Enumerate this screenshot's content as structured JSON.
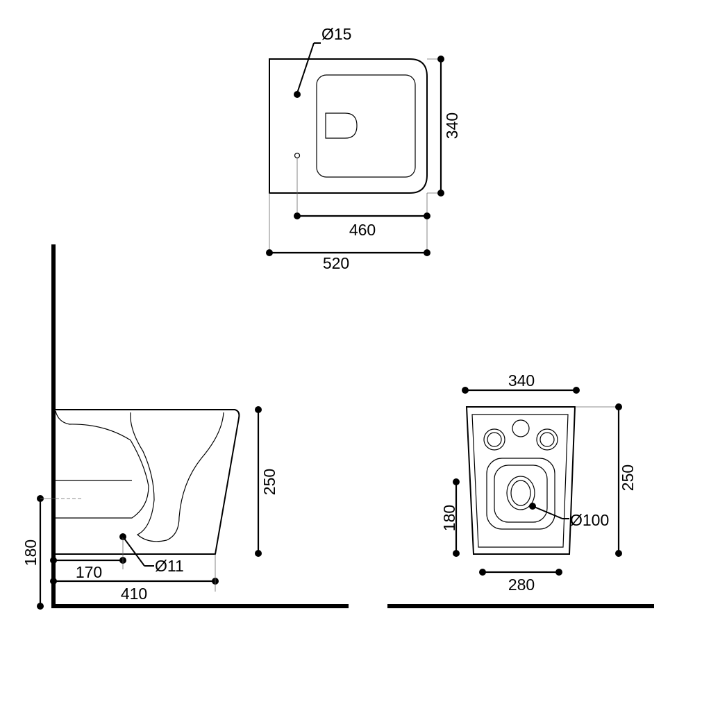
{
  "top_view": {
    "dims": {
      "hole_diameter": "Ø15",
      "depth": "340",
      "fixing_distance": "460",
      "overall_length": "520"
    }
  },
  "side_view": {
    "dims": {
      "height": "250",
      "mounting_height": "180",
      "outlet_offset": "170",
      "outlet_diameter": "Ø11",
      "projection": "410"
    }
  },
  "rear_view": {
    "dims": {
      "width": "340",
      "height": "250",
      "outlet_height": "180",
      "bolt_spacing": "280",
      "outlet_diameter": "Ø100"
    }
  }
}
